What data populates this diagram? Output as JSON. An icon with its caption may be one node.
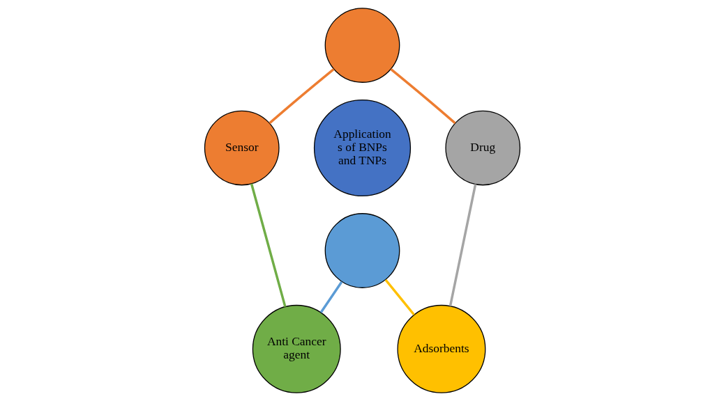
{
  "diagram": {
    "nodes": [
      {
        "text": [],
        "shape": "circle"
      },
      {
        "text": [
          "Sensor"
        ]
      },
      {
        "text": [
          "Drug"
        ]
      },
      {
        "text": [
          "Application s of BNPs and TNPs"
        ]
      },
      {
        "text": [
          "Anti Cancer agent"
        ]
      },
      {
        "text": [
          "Adsorbents"
        ]
      },
      {
        "text": [],
        "shape": "circle"
      }
    ],
    "edges": [
      {
        "from": 0,
        "to": 2,
        "arrow": "none",
        "color": "#ed7d31"
      },
      {
        "from": 2,
        "to": 5,
        "arrow": "none",
        "color": "#a5a5a5"
      },
      {
        "from": 5,
        "to": 6,
        "arrow": "none",
        "color": "#ffc000"
      },
      {
        "from": 6,
        "to": 4,
        "arrow": "none",
        "color": "#5b9bd5"
      },
      {
        "from": 4,
        "to": 1,
        "arrow": "none",
        "color": "#70ad47"
      },
      {
        "from": 1,
        "to": 0,
        "arrow": "none",
        "color": "#ed7d31"
      }
    ]
  }
}
